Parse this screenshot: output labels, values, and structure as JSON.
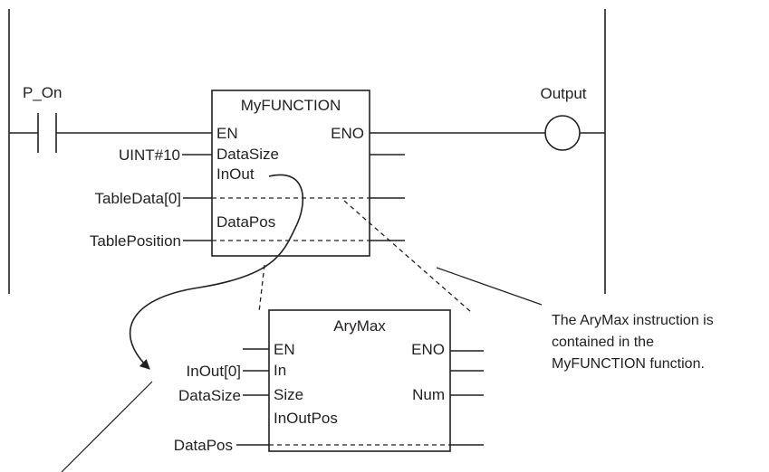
{
  "rung": {
    "contact_label": "P_On",
    "coil_label": "Output"
  },
  "myfunction": {
    "title": "MyFUNCTION",
    "inputs": [
      "EN",
      "DataSize",
      "InOut",
      "DataPos"
    ],
    "outputs": [
      "ENO"
    ],
    "arguments": [
      "UINT#10",
      "TableData[0]",
      "TablePosition"
    ]
  },
  "arymax": {
    "title": "AryMax",
    "inputs": [
      "EN",
      "In",
      "Size",
      "InOutPos"
    ],
    "outputs": [
      "ENO",
      "Num"
    ],
    "arguments": [
      "InOut[0]",
      "DataSize",
      "DataPos"
    ]
  },
  "annotation": {
    "lines": [
      "The AryMax instruction is",
      "contained in the",
      "MyFUNCTION function."
    ]
  }
}
